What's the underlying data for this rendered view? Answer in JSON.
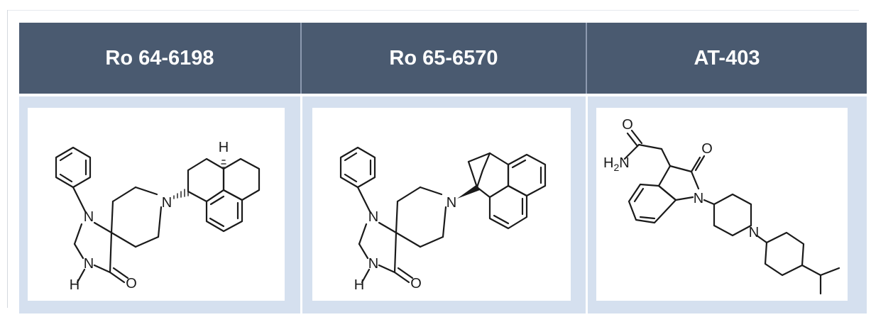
{
  "table": {
    "headers": [
      "Ro 64-6198",
      "Ro 65-6570",
      "AT-403"
    ]
  },
  "structures": {
    "ro64": {
      "atoms": {
        "n1": "N",
        "n2": "N",
        "n3": "N",
        "h": "H",
        "o": "O",
        "hstereo": "H"
      }
    },
    "ro65": {
      "atoms": {
        "n1": "N",
        "n2": "N",
        "n3": "N",
        "h": "H",
        "o": "O"
      }
    },
    "at403": {
      "atoms": {
        "o1": "O",
        "o2": "O",
        "h2n": "H",
        "h2n_sub": "2",
        "h2n_n": "N",
        "n1": "N",
        "n2": "N"
      }
    }
  }
}
